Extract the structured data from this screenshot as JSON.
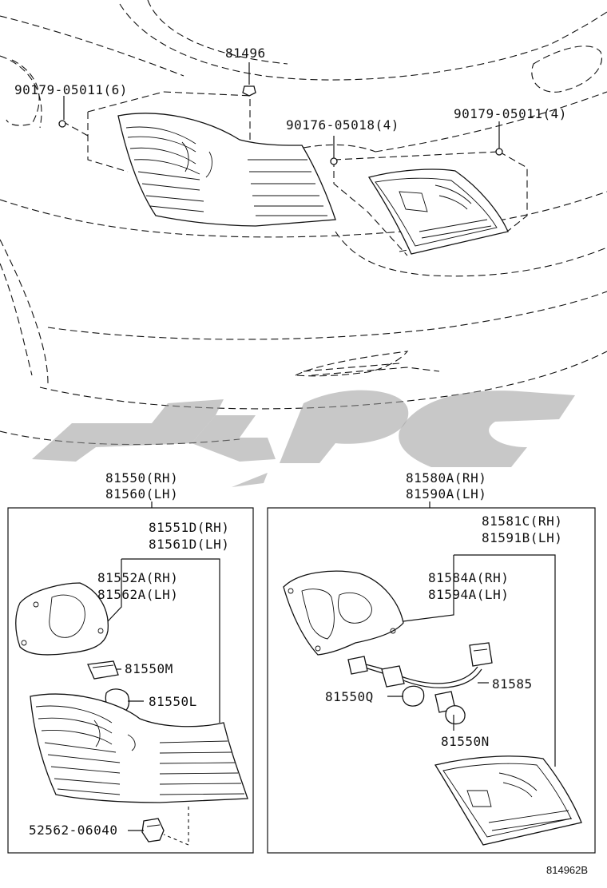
{
  "labels": {
    "l81496": "81496",
    "l90179_6": "90179-05011(6)",
    "l90176_4": "90176-05018(4)",
    "l90179_4": "90179-05011(4)",
    "l81550": "81550(RH)",
    "l81560": "81560(LH)",
    "l81551d": "81551D(RH)",
    "l81561d": "81561D(LH)",
    "l81552a": "81552A(RH)",
    "l81562a": "81562A(LH)",
    "l81550m": "81550M",
    "l81550l": "81550L",
    "l52562": "52562-06040",
    "l81580a": "81580A(RH)",
    "l81590a": "81590A(LH)",
    "l81581c": "81581C(RH)",
    "l81591b": "81591B(LH)",
    "l81584a": "81584A(RH)",
    "l81594a": "81594A(LH)",
    "l81585": "81585",
    "l81550q": "81550Q",
    "l81550n": "81550N",
    "code": "814962B"
  }
}
